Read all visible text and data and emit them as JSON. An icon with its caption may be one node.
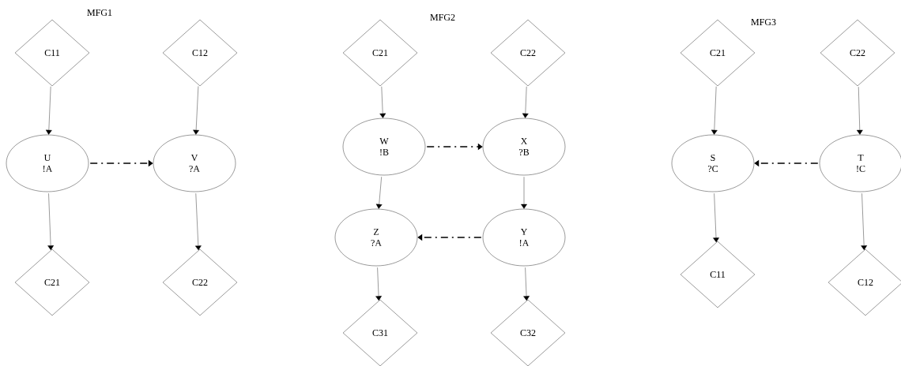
{
  "diagram": {
    "nodes": [
      {
        "text": [
          "C11"
        ]
      },
      {
        "text": [
          "C12"
        ]
      },
      {
        "text": [
          "U",
          "!A"
        ]
      },
      {
        "text": [
          "V",
          "?A"
        ]
      },
      {
        "text": [
          "C21"
        ]
      },
      {
        "text": [
          "C22"
        ]
      },
      {
        "text": [
          "C21"
        ]
      },
      {
        "text": [
          "C22"
        ]
      },
      {
        "text": [
          "W",
          "!B"
        ]
      },
      {
        "text": [
          "X",
          "?B"
        ]
      },
      {
        "text": [
          "Z",
          "?A"
        ]
      },
      {
        "text": [
          "Y",
          "!A"
        ]
      },
      {
        "text": [
          "C31"
        ]
      },
      {
        "text": [
          "C32"
        ]
      },
      {
        "text": [
          "C21"
        ]
      },
      {
        "text": [
          "C22"
        ]
      },
      {
        "text": [
          "S",
          "?C"
        ]
      },
      {
        "text": [
          "T",
          "!C"
        ]
      },
      {
        "text": [
          "C11"
        ]
      },
      {
        "text": [
          "C12"
        ]
      }
    ],
    "edges": [
      {
        "from": 0,
        "to": 2,
        "arrow": "to"
      },
      {
        "from": 1,
        "to": 3,
        "arrow": "to"
      },
      {
        "from": 2,
        "to": 3,
        "arrow": "to",
        "style": "dashed"
      },
      {
        "from": 2,
        "to": 4,
        "arrow": "to"
      },
      {
        "from": 3,
        "to": 5,
        "arrow": "to"
      },
      {
        "from": 6,
        "to": 8,
        "arrow": "to"
      },
      {
        "from": 7,
        "to": 9,
        "arrow": "to"
      },
      {
        "from": 8,
        "to": 9,
        "arrow": "to",
        "style": "dashed"
      },
      {
        "from": 8,
        "to": 10,
        "arrow": "to"
      },
      {
        "from": 9,
        "to": 11,
        "arrow": "to"
      },
      {
        "from": 11,
        "to": 10,
        "arrow": "to",
        "style": "dashed"
      },
      {
        "from": 10,
        "to": 12,
        "arrow": "to"
      },
      {
        "from": 11,
        "to": 13,
        "arrow": "to"
      },
      {
        "from": 14,
        "to": 16,
        "arrow": "to"
      },
      {
        "from": 15,
        "to": 17,
        "arrow": "to"
      },
      {
        "from": 17,
        "to": 16,
        "arrow": "to",
        "style": "dashed"
      },
      {
        "from": 16,
        "to": 18,
        "arrow": "to"
      },
      {
        "from": 17,
        "to": 19,
        "arrow": "to"
      }
    ],
    "labels": [
      "MFG1",
      "MFG2",
      "MFG3"
    ]
  }
}
